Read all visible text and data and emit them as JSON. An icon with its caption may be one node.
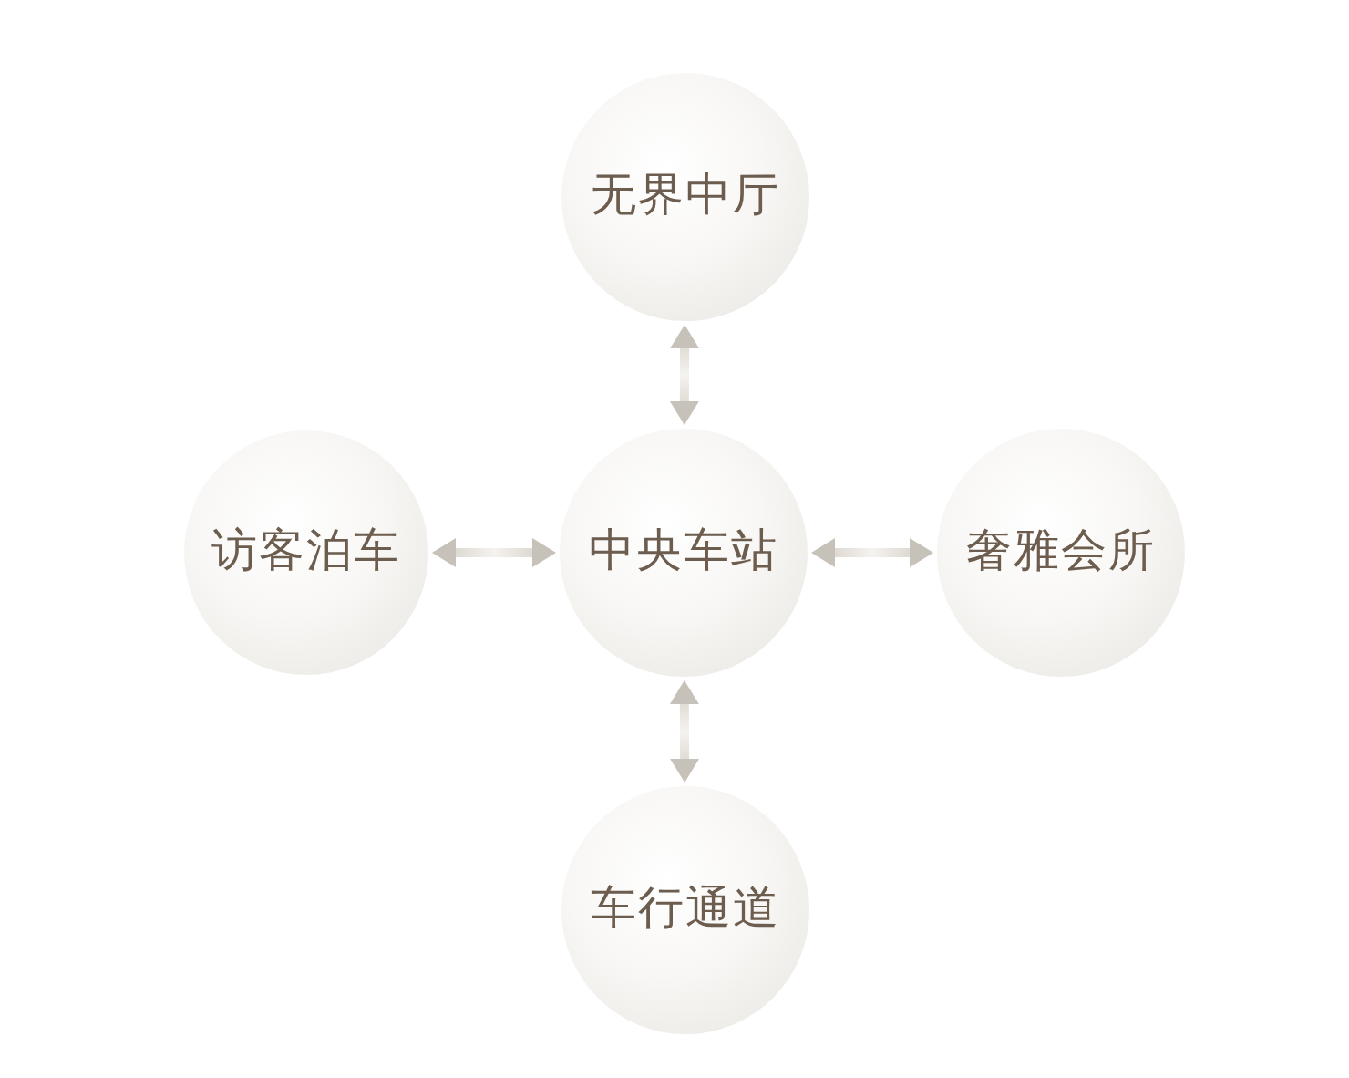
{
  "diagram": {
    "nodes": [
      {
        "text": [
          "无界中厅"
        ]
      },
      {
        "text": [
          "访客泊车"
        ]
      },
      {
        "text": [
          "中央车站"
        ]
      },
      {
        "text": [
          "奢雅会所"
        ]
      },
      {
        "text": [
          "车行通道"
        ]
      }
    ],
    "edges": [
      {
        "from": 0,
        "to": 2,
        "arrow": "both"
      },
      {
        "from": 1,
        "to": 2,
        "arrow": "both"
      },
      {
        "from": 2,
        "to": 3,
        "arrow": "both"
      },
      {
        "from": 2,
        "to": 4,
        "arrow": "both"
      }
    ]
  }
}
